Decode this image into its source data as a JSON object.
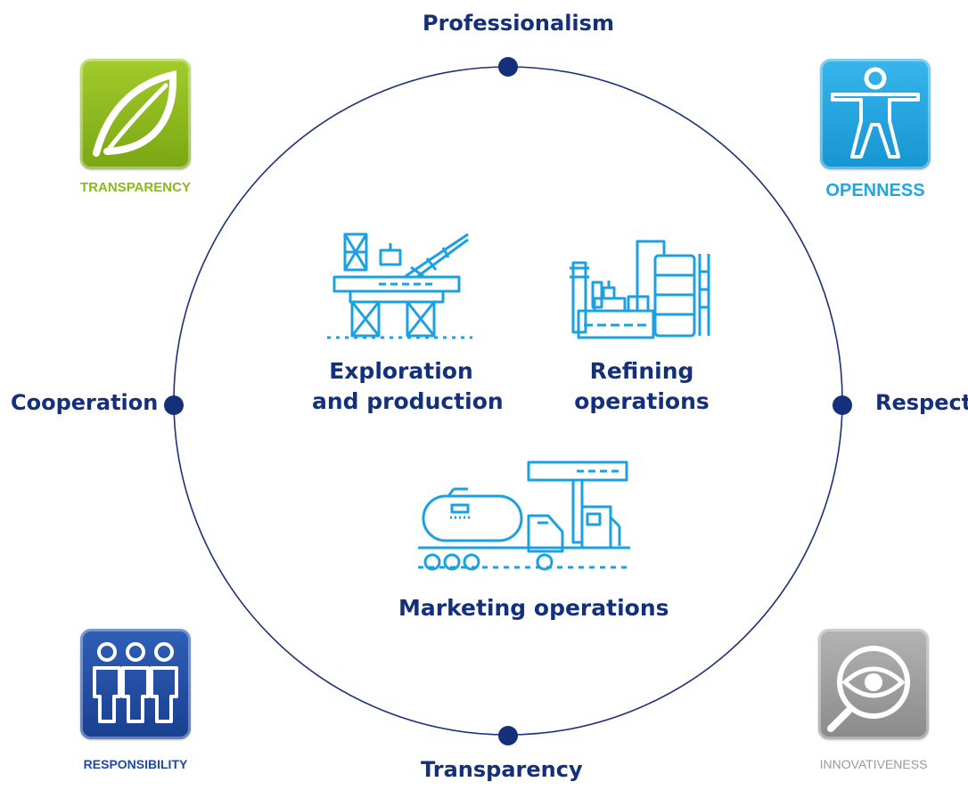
{
  "colors": {
    "navy": "#14307a",
    "circle": "#1c3278",
    "icon_blue": "#1ba1e2",
    "green": "#8bb81a",
    "cyan": "#1ea7e1",
    "dark_blue": "#1e4aa0",
    "grey": "#9a9a9a"
  },
  "diagram": {
    "nodes": {
      "top": "Professionalism",
      "left": "Cooperation",
      "right": "Respect",
      "bottom": "Transparency"
    },
    "segments": [
      {
        "icon": "oil-platform-icon",
        "line1": "Exploration",
        "line2": "and production"
      },
      {
        "icon": "refinery-icon",
        "line1": "Refining",
        "line2": "operations"
      },
      {
        "icon": "tanker-truck-fuel-station-icon",
        "line1": "Marketing operations"
      }
    ]
  },
  "badges": [
    {
      "icon": "leaf-icon",
      "label": "TRANSPARENCY",
      "color": "#8bb81a"
    },
    {
      "icon": "person-arms-open-icon",
      "label": "OPENNESS",
      "color": "#1ea7e1"
    },
    {
      "icon": "group-people-icon",
      "label": "RESPONSIBILITY",
      "color": "#1e4aa0"
    },
    {
      "icon": "eye-icon",
      "label": "INNOVATIVENESS",
      "color": "#9a9a9a"
    }
  ]
}
